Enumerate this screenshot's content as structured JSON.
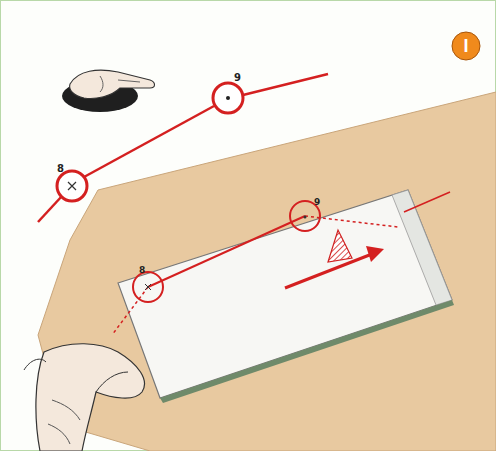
{
  "diagram": {
    "labels": [
      "8",
      "9",
      "8",
      "9",
      "I"
    ]
  }
}
